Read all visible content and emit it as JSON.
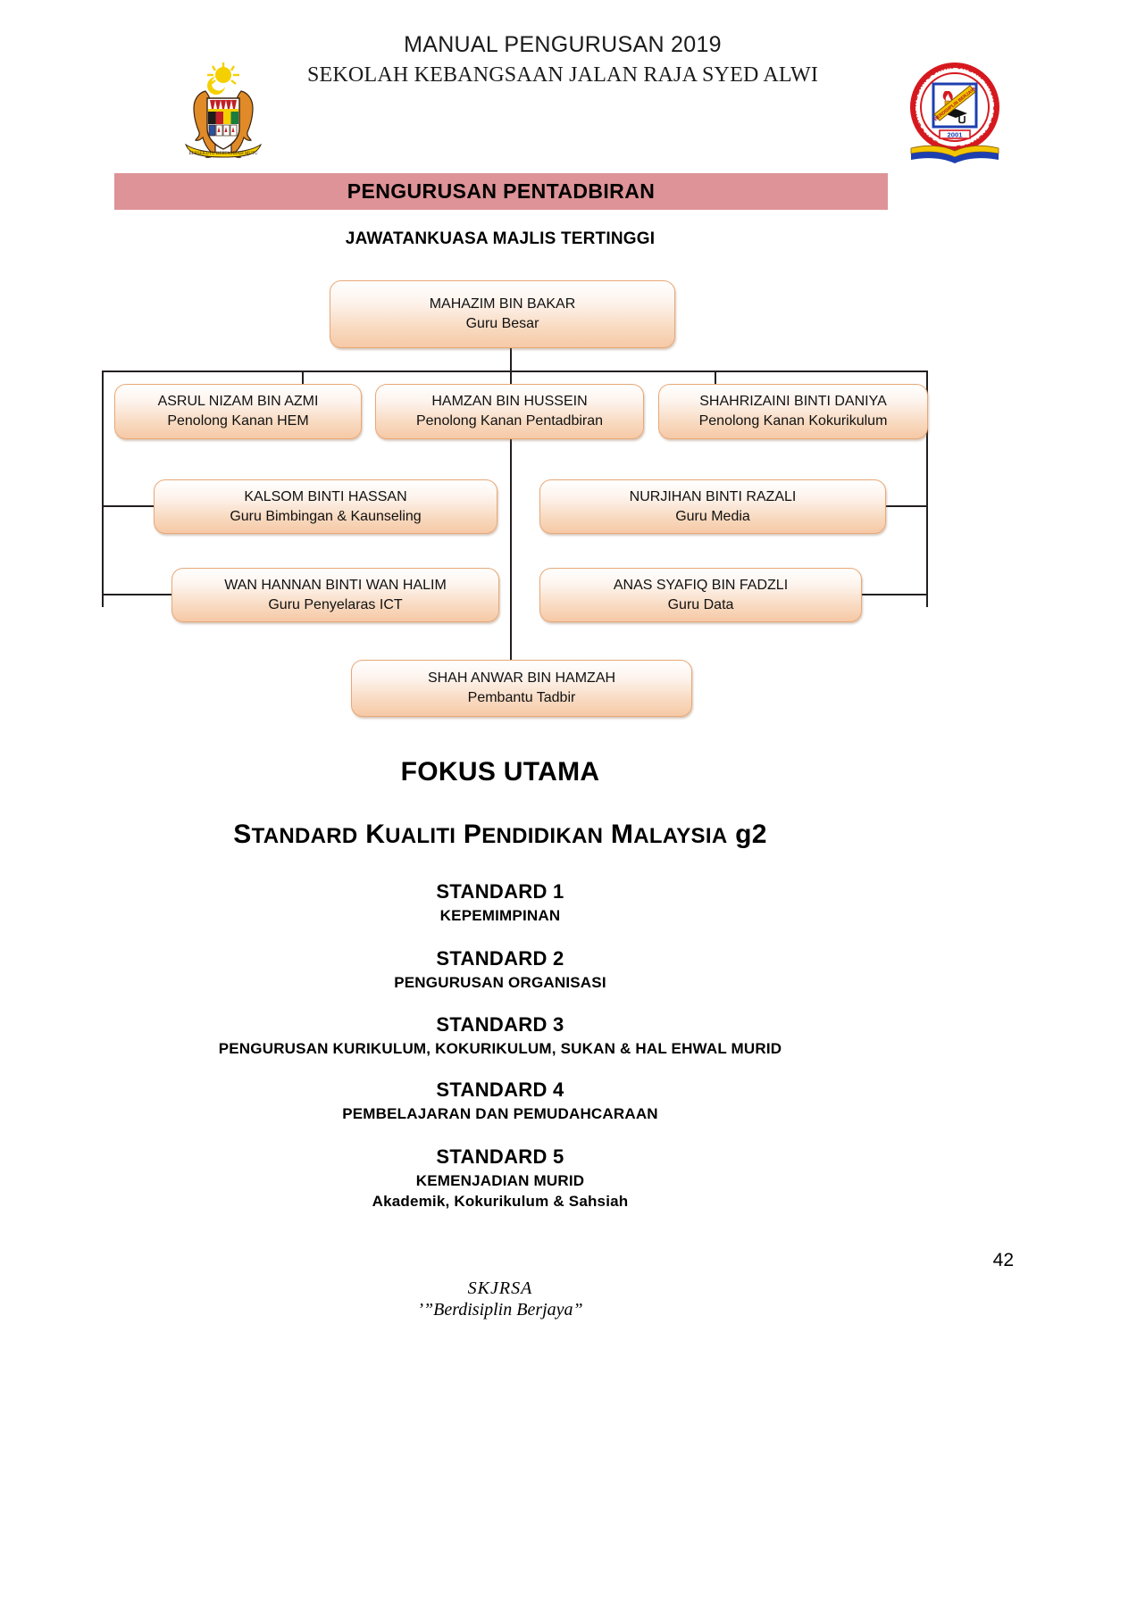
{
  "header": {
    "line1": "MANUAL PENGURUSAN 2019",
    "line2": "SEKOLAH KEBANGSAAN JALAN RAJA SYED ALWI",
    "left_logo": "malaysia-coat-of-arms",
    "right_logo": "school-crest",
    "school_crest_ring_text": "SEKOLAH KEBANGSAAN JALAN RAJA SYED ALWI PERLIS",
    "school_crest_year": "2001"
  },
  "banner": {
    "title": "PENGURUSAN PENTADBIRAN",
    "color": "#dd9397"
  },
  "org": {
    "subtitle": "JAWATANKUASA MAJLIS TERTINGGI",
    "top": {
      "name": "MAHAZIM BIN BAKAR",
      "role": "Guru Besar"
    },
    "level2": [
      {
        "name": "ASRUL NIZAM BIN AZMI",
        "role": "Penolong Kanan HEM"
      },
      {
        "name": "HAMZAN BIN HUSSEIN",
        "role": "Penolong Kanan Pentadbiran"
      },
      {
        "name": "SHAHRIZAINI BINTI DANIYA",
        "role": "Penolong Kanan Kokurikulum"
      }
    ],
    "level3": [
      {
        "name": "KALSOM BINTI HASSAN",
        "role": "Guru Bimbingan & Kaunseling"
      },
      {
        "name": "NURJIHAN BINTI RAZALI",
        "role": "Guru Media"
      }
    ],
    "level4": [
      {
        "name": "WAN HANNAN BINTI WAN HALIM",
        "role": "Guru Penyelaras ICT"
      },
      {
        "name": "ANAS SYAFIQ BIN FADZLI",
        "role": "Guru Data"
      }
    ],
    "bottom": {
      "name": "SHAH ANWAR BIN HAMZAH",
      "role": "Pembantu Tadbir"
    }
  },
  "focus": {
    "heading": "FOKUS UTAMA",
    "skpm_parts": {
      "s": "S",
      "tandard": "TANDARD",
      "k": "K",
      "ualiti": "UALITI",
      "p": "P",
      "endidikan": "ENDIDIKAN",
      "m": "M",
      "alaysia": "ALAYSIA",
      "g2": "g2"
    },
    "standards": [
      {
        "title": "STANDARD 1",
        "sub": "KEPEMIMPINAN",
        "sub2": ""
      },
      {
        "title": "STANDARD 2",
        "sub": "PENGURUSAN ORGANISASI",
        "sub2": ""
      },
      {
        "title": "STANDARD 3",
        "sub": "PENGURUSAN KURIKULUM, KOKURIKULUM, SUKAN & HAL EHWAL MURID",
        "sub2": ""
      },
      {
        "title": "STANDARD 4",
        "sub": "PEMBELAJARAN DAN PEMUDAHCARAAN",
        "sub2": ""
      },
      {
        "title": "STANDARD 5",
        "sub": "KEMENJADIAN MURID",
        "sub2": "Akademik, Kokurikulum & Sahsiah"
      }
    ]
  },
  "footer": {
    "page_number": "42",
    "school_abbr": "SKJRSA",
    "motto": "’”Berdisiplin Berjaya”"
  }
}
